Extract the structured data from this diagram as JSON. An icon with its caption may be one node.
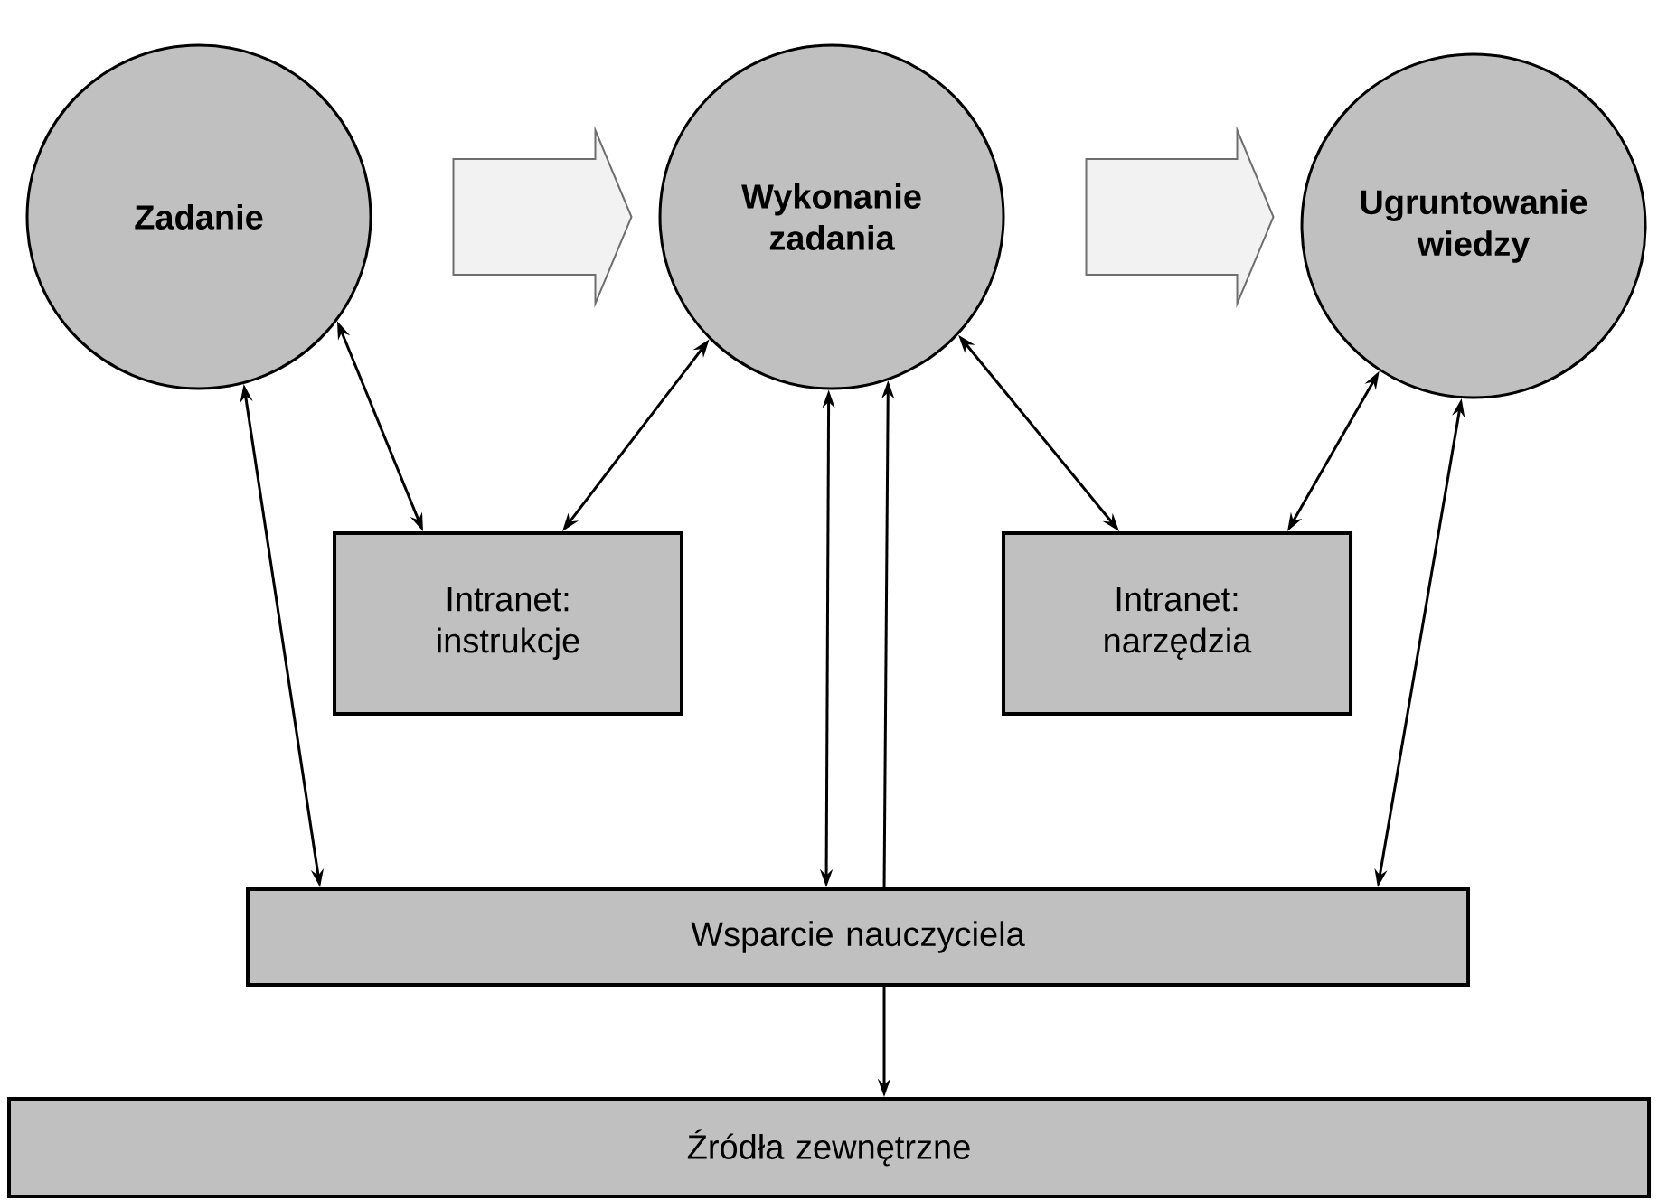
{
  "diagram": {
    "nodes": [
      {
        "text": [
          "Zadanie"
        ]
      },
      {
        "text": [
          "Wykonanie zadania"
        ]
      },
      {
        "text": [
          "Ugruntowanie wiedzy"
        ]
      },
      {
        "text": [
          "Intranet: instrukcje"
        ]
      },
      {
        "text": [
          "Intranet: narzędzia"
        ]
      },
      {
        "text": [
          "Wsparcie nauczyciela"
        ]
      },
      {
        "text": [
          "Źródła zewnętrzne"
        ]
      }
    ],
    "edges": [
      {
        "from": 0,
        "to": 1,
        "arrow": "to",
        "style": "thick"
      },
      {
        "from": 1,
        "to": 2,
        "arrow": "to",
        "style": "thick"
      },
      {
        "from": 0,
        "to": 3,
        "arrow": "both"
      },
      {
        "from": 1,
        "to": 3,
        "arrow": "both"
      },
      {
        "from": 1,
        "to": 4,
        "arrow": "both"
      },
      {
        "from": 2,
        "to": 4,
        "arrow": "both"
      },
      {
        "from": 0,
        "to": 5,
        "arrow": "both"
      },
      {
        "from": 1,
        "to": 5,
        "arrow": "both"
      },
      {
        "from": 5,
        "to": 1,
        "arrow": "to"
      },
      {
        "from": 2,
        "to": 5,
        "arrow": "both"
      },
      {
        "from": 5,
        "to": 6,
        "arrow": "to"
      }
    ]
  }
}
